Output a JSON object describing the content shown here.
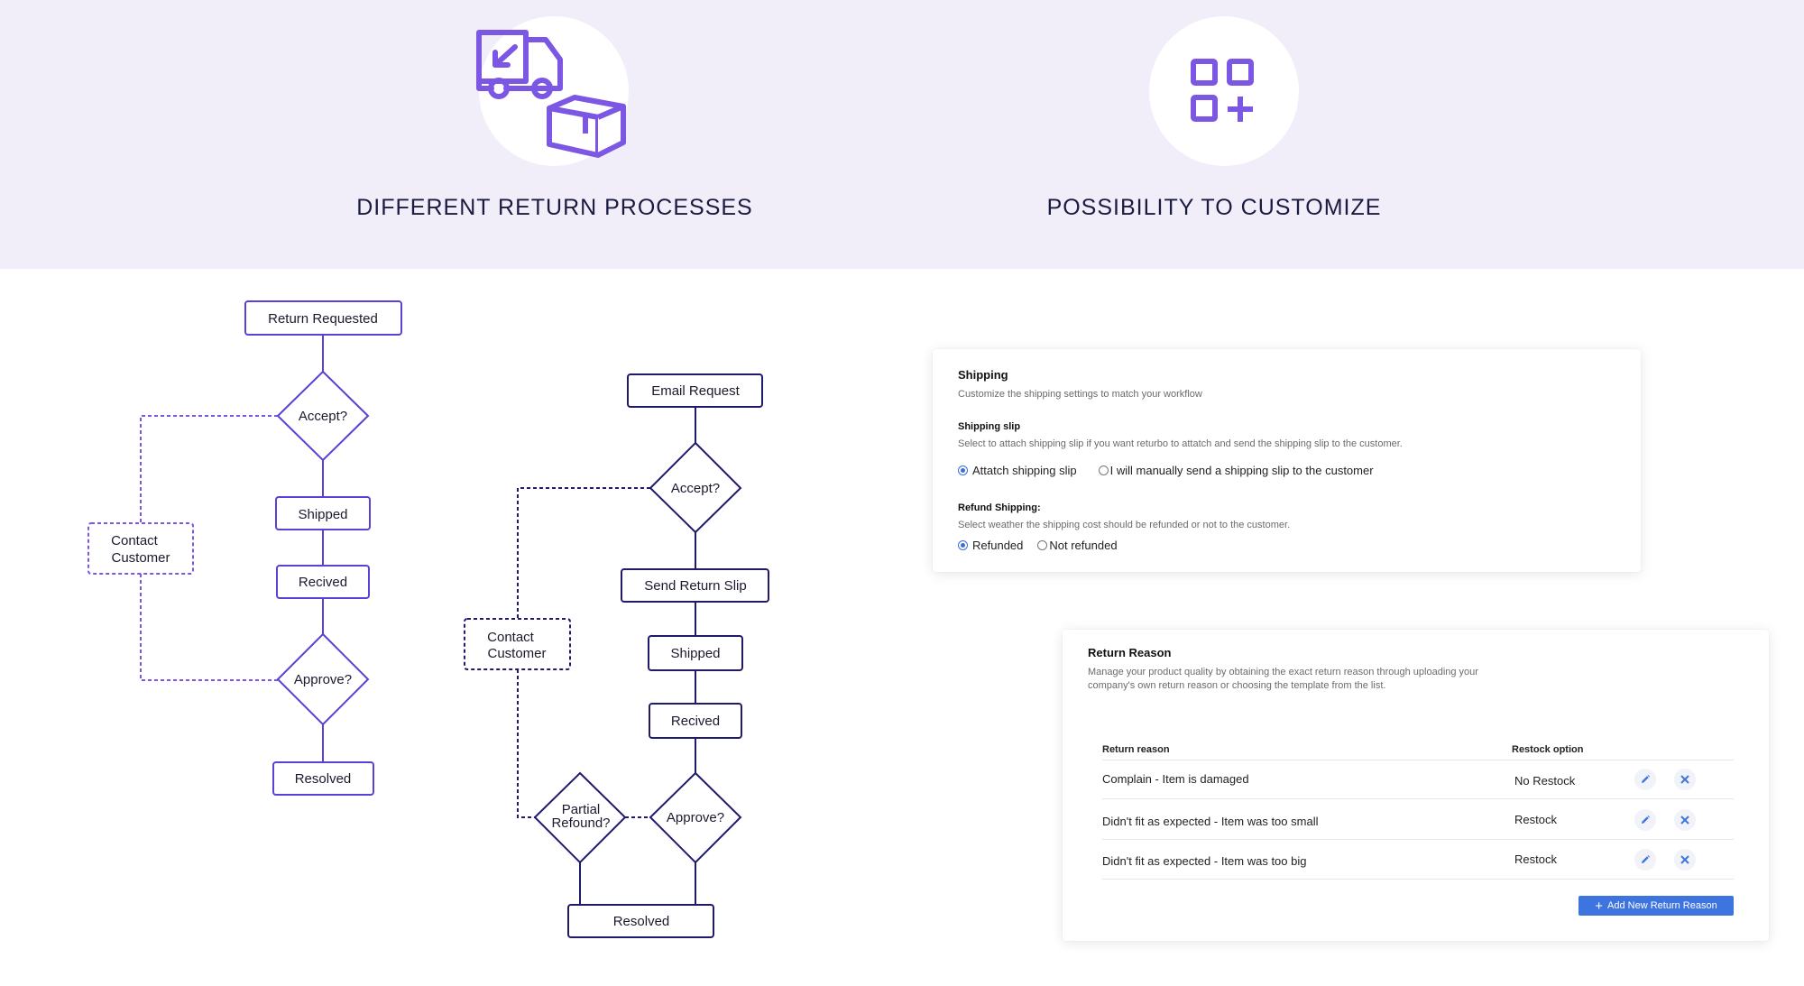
{
  "features": [
    {
      "title": "DIFFERENT RETURN PROCESSES",
      "icon": "return-truck-box-icon"
    },
    {
      "title": "POSSIBILITY TO CUSTOMIZE",
      "icon": "grid-add-icon"
    }
  ],
  "colors": {
    "accent": "#7b57e4",
    "hero_bg": "#f1eefa",
    "flow_line": "#5b3fd6",
    "button": "#3d74e0"
  },
  "flow1": {
    "return_requested": "Return Requested",
    "accept": "Accept?",
    "shipped": "Shipped",
    "received": "Recived",
    "approve": "Approve?",
    "resolved": "Resolved",
    "contact_line1": "Contact",
    "contact_line2": "Customer"
  },
  "flow2": {
    "email_request": "Email Request",
    "accept": "Accept?",
    "send_slip": "Send Return Slip",
    "shipped": "Shipped",
    "received": "Recived",
    "approve": "Approve?",
    "partial_line1": "Partial",
    "partial_line2": "Refound?",
    "resolved": "Resolved",
    "contact_line1": "Contact",
    "contact_line2": "Customer"
  },
  "shipping_panel": {
    "title": "Shipping",
    "subtitle": "Customize the shipping settings to match your workflow",
    "slip_label": "Shipping slip",
    "slip_desc": "Select to attach shipping slip if you want returbo to attatch and send the shipping slip to the customer.",
    "slip_option_1": "Attatch shipping slip",
    "slip_option_2": "I will manually send a shipping slip to the customer",
    "refund_label": "Refund Shipping:",
    "refund_desc": "Select weather the shipping cost should be refunded or not to the customer.",
    "refund_option_1": "Refunded",
    "refund_option_2": "Not refunded"
  },
  "reason_panel": {
    "title": "Return Reason",
    "desc_line1": "Manage your product quality by obtaining the exact return reason through uploading your",
    "desc_line2": "company's own return reason or choosing the template from the list.",
    "col_reason": "Return reason",
    "col_restock": "Restock option",
    "rows": [
      {
        "reason": "Complain - Item is damaged",
        "restock": "No Restock"
      },
      {
        "reason": "Didn't fit as expected - Item was too small",
        "restock": "Restock"
      },
      {
        "reason": "Didn't fit as expected - Item was too big",
        "restock": "Restock"
      }
    ],
    "add_button": "Add New Return Reason"
  }
}
